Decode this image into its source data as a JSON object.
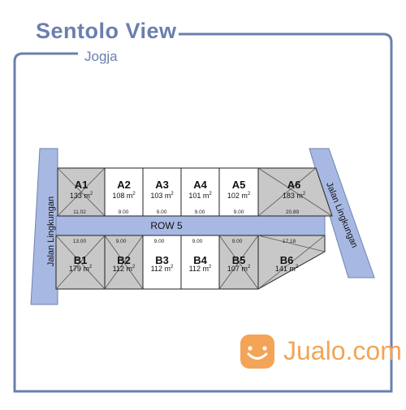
{
  "header": {
    "title": "Sentolo View",
    "subtitle": "Jogja"
  },
  "colors": {
    "frame": "#6b7fae",
    "road": "#a7b8e2",
    "road_stroke": "#6f82b3",
    "lot_stroke": "#222222",
    "lot_sold": "#c8c8c8",
    "lot_available": "#ffffff",
    "logo": "#f3a457"
  },
  "roads": {
    "left_label": "Jalan Lingkungan",
    "right_label": "Jalan Lingkungan",
    "center_label": "ROW 5"
  },
  "lots_top": [
    {
      "id": "A1",
      "area": "133 m",
      "sold": true
    },
    {
      "id": "A2",
      "area": "108 m",
      "sold": false
    },
    {
      "id": "A3",
      "area": "103 m",
      "sold": false
    },
    {
      "id": "A4",
      "area": "101 m",
      "sold": false
    },
    {
      "id": "A5",
      "area": "102 m",
      "sold": false
    },
    {
      "id": "A6",
      "area": "183 m",
      "sold": true
    }
  ],
  "lots_bottom": [
    {
      "id": "B1",
      "area": "179 m",
      "sold": true
    },
    {
      "id": "B2",
      "area": "112 m",
      "sold": true
    },
    {
      "id": "B3",
      "area": "112 m",
      "sold": false
    },
    {
      "id": "B4",
      "area": "112 m",
      "sold": false
    },
    {
      "id": "B5",
      "area": "107 m",
      "sold": true
    },
    {
      "id": "B6",
      "area": "141 m",
      "sold": true
    }
  ],
  "dims_top": [
    "11.02",
    "9.00",
    "9.00",
    "9.00",
    "9.00",
    "20.89"
  ],
  "dims_bottom": [
    "13.00",
    "9.00",
    "9.00",
    "9.00",
    "9.00",
    "17.18"
  ],
  "area_unit_sup": "2",
  "logo": {
    "brand": "Jualo.com"
  }
}
